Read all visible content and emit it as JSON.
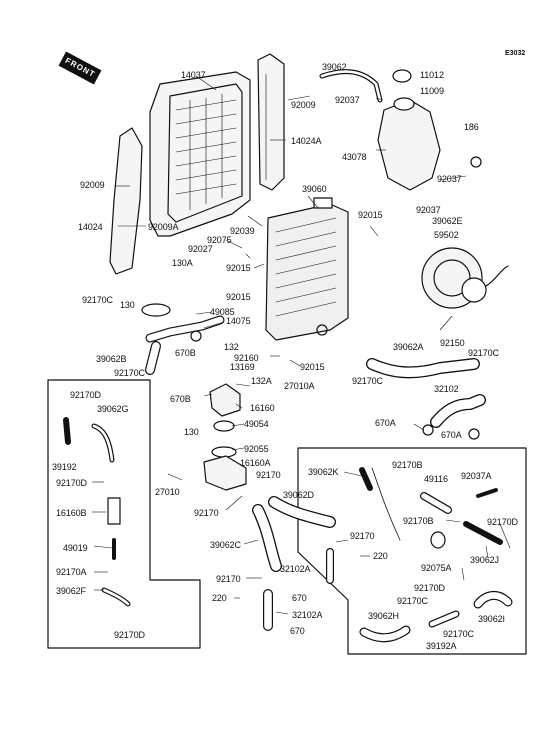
{
  "diagram_code": "E3032",
  "front_badge": "FRONT",
  "parts": [
    {
      "id": "p-14037",
      "label": "14037"
    },
    {
      "id": "p-39062-top",
      "label": "39062"
    },
    {
      "id": "p-11012",
      "label": "11012"
    },
    {
      "id": "p-92037-top",
      "label": "92037"
    },
    {
      "id": "p-11009",
      "label": "11009"
    },
    {
      "id": "p-92009-top",
      "label": "92009"
    },
    {
      "id": "p-14024A",
      "label": "14024A"
    },
    {
      "id": "p-186",
      "label": "186"
    },
    {
      "id": "p-43078",
      "label": "43078"
    },
    {
      "id": "p-92009-left",
      "label": "92009"
    },
    {
      "id": "p-92037-right",
      "label": "92037"
    },
    {
      "id": "p-39060",
      "label": "39060"
    },
    {
      "id": "p-92037-right2",
      "label": "92037"
    },
    {
      "id": "p-39062E",
      "label": "39062E"
    },
    {
      "id": "p-14024",
      "label": "14024"
    },
    {
      "id": "p-92009A",
      "label": "92009A"
    },
    {
      "id": "p-92015-top",
      "label": "92015"
    },
    {
      "id": "p-92039",
      "label": "92039"
    },
    {
      "id": "p-59502",
      "label": "59502"
    },
    {
      "id": "p-92075",
      "label": "92075"
    },
    {
      "id": "p-92027",
      "label": "92027"
    },
    {
      "id": "p-130A",
      "label": "130A"
    },
    {
      "id": "p-92015-a",
      "label": "92015"
    },
    {
      "id": "p-92015-b",
      "label": "92015"
    },
    {
      "id": "p-92170C-1",
      "label": "92170C"
    },
    {
      "id": "p-130",
      "label": "130"
    },
    {
      "id": "p-49085",
      "label": "49085"
    },
    {
      "id": "p-14075",
      "label": "14075"
    },
    {
      "id": "p-92150",
      "label": "92150"
    },
    {
      "id": "p-132",
      "label": "132"
    },
    {
      "id": "p-39062B",
      "label": "39062B"
    },
    {
      "id": "p-670B",
      "label": "670B"
    },
    {
      "id": "p-92160",
      "label": "92160"
    },
    {
      "id": "p-92015-c",
      "label": "92015"
    },
    {
      "id": "p-39062A",
      "label": "39062A"
    },
    {
      "id": "p-92170C-2",
      "label": "92170C"
    },
    {
      "id": "p-92170C-3",
      "label": "92170C"
    },
    {
      "id": "p-13169",
      "label": "13169"
    },
    {
      "id": "p-132A",
      "label": "132A"
    },
    {
      "id": "p-27010A",
      "label": "27010A"
    },
    {
      "id": "p-92170C-4",
      "label": "92170C"
    },
    {
      "id": "p-92170D-1",
      "label": "92170D"
    },
    {
      "id": "p-670B-2",
      "label": "670B"
    },
    {
      "id": "p-32102",
      "label": "32102"
    },
    {
      "id": "p-39062G",
      "label": "39062G"
    },
    {
      "id": "p-16160",
      "label": "16160"
    },
    {
      "id": "p-130-2",
      "label": "130"
    },
    {
      "id": "p-49054",
      "label": "49054"
    },
    {
      "id": "p-670A",
      "label": "670A"
    },
    {
      "id": "p-670A-2",
      "label": "670A"
    },
    {
      "id": "p-92055",
      "label": "92055"
    },
    {
      "id": "p-39192",
      "label": "39192"
    },
    {
      "id": "p-16160A",
      "label": "16160A"
    },
    {
      "id": "p-92170-a",
      "label": "92170"
    },
    {
      "id": "p-39062K",
      "label": "39062K"
    },
    {
      "id": "p-92170B-1",
      "label": "92170B"
    },
    {
      "id": "p-92170D-2",
      "label": "92170D"
    },
    {
      "id": "p-27010",
      "label": "27010"
    },
    {
      "id": "p-49116",
      "label": "49116"
    },
    {
      "id": "p-92037A",
      "label": "92037A"
    },
    {
      "id": "p-39062D",
      "label": "39062D"
    },
    {
      "id": "p-16160B",
      "label": "16160B"
    },
    {
      "id": "p-92170-b",
      "label": "92170"
    },
    {
      "id": "p-92170B-2",
      "label": "92170B"
    },
    {
      "id": "p-92170D-3",
      "label": "92170D"
    },
    {
      "id": "p-49019",
      "label": "49019"
    },
    {
      "id": "p-39062C",
      "label": "39062C"
    },
    {
      "id": "p-92170-c",
      "label": "92170"
    },
    {
      "id": "p-220",
      "label": "220"
    },
    {
      "id": "p-39062J",
      "label": "39062J"
    },
    {
      "id": "p-92170A",
      "label": "92170A"
    },
    {
      "id": "p-92075A",
      "label": "92075A"
    },
    {
      "id": "p-92170-d",
      "label": "92170"
    },
    {
      "id": "p-32102A",
      "label": "32102A"
    },
    {
      "id": "p-39062F",
      "label": "39062F"
    },
    {
      "id": "p-92170D-4",
      "label": "92170D"
    },
    {
      "id": "p-220-2",
      "label": "220"
    },
    {
      "id": "p-670",
      "label": "670"
    },
    {
      "id": "p-92170C-5",
      "label": "92170C"
    },
    {
      "id": "p-32102A-2",
      "label": "32102A"
    },
    {
      "id": "p-39062I",
      "label": "39062I"
    },
    {
      "id": "p-39062H",
      "label": "39062H"
    },
    {
      "id": "p-92170C-6",
      "label": "92170C"
    },
    {
      "id": "p-92170D-5",
      "label": "92170D"
    },
    {
      "id": "p-670-2",
      "label": "670"
    },
    {
      "id": "p-39192A",
      "label": "39192A"
    }
  ]
}
